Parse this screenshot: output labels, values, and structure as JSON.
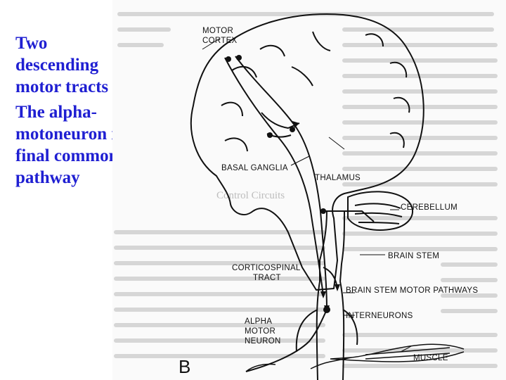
{
  "captions": {
    "heading": "Two descending motor tracts",
    "body": "The alpha-motoneuron is the final common pathway"
  },
  "figure": {
    "labels": {
      "motor_cortex_line1": "MOTOR",
      "motor_cortex_line2": "CORTEX",
      "thalamus": "THALAMUS",
      "basal_ganglia": "BASAL GANGLIA",
      "cerebellum": "CEREBELLUM",
      "brain_stem": "BRAIN STEM",
      "corticospinal_line1": "CORTICOSPINAL",
      "corticospinal_line2": "TRACT",
      "brain_stem_motor_pathways": "BRAIN STEM MOTOR PATHWAYS",
      "interneurons": "INTERNEURONS",
      "alpha_line1": "ALPHA",
      "alpha_line2": "MOTOR",
      "alpha_line3": "NEURON",
      "muscle": "MUSCLE",
      "panel_letter": "B",
      "control_circuits": "Control Circuits"
    }
  },
  "colors": {
    "caption": "#1f1fd2",
    "ink": "#111111",
    "bleed_text": "#bdbdbd",
    "background": "#ffffff"
  }
}
